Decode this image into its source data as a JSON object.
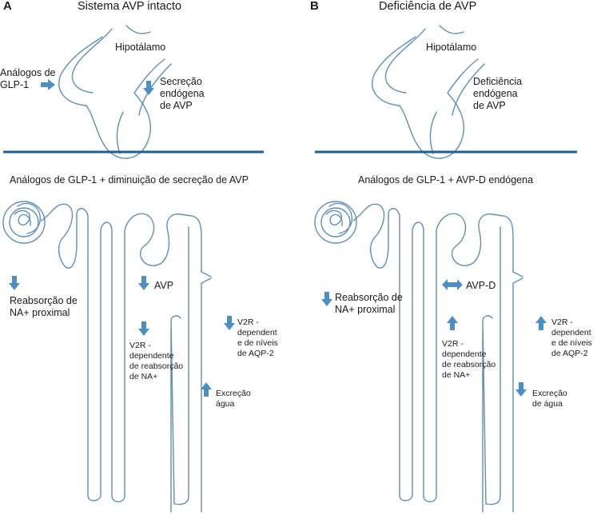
{
  "panel_a": {
    "letter": "A",
    "title": "Sistema AVP intacto",
    "hypothalamus": "Hipotálamo",
    "agonists": "Análogos de\nGLP-1",
    "secretion": "Secreção\nendógena\nde AVP",
    "subtitle": "Análogos de GLP-1 + diminuição de secreção de AVP",
    "na_reabsorption": "Reabsorção de\nNA+ proximal",
    "avp": "AVP",
    "v2r_na": "V2R -\ndependente\nde reabsorção\nde NA+",
    "v2r_aqp": "V2R -\ndependent\ne de níveis\nde AQP-2",
    "water": "Excreção\nágua"
  },
  "panel_b": {
    "letter": "B",
    "title": "Deficiência de AVP",
    "hypothalamus": "Hipotálamo",
    "deficiency": "Deficiência\nendógena\nde AVP",
    "subtitle": "Análogos de GLP-1 + AVP-D endógena",
    "na_reabsorption": "Reabsorção de\nNA+ proximal",
    "avp": "AVP-D",
    "v2r_na": "V2R -\ndependente\nde reabsorção\nde NA+",
    "v2r_aqp": "V2R -\ndependent\ne de níveis\nde AQP-2",
    "water": "Excreção\nde água"
  },
  "colors": {
    "outline": "#5f8fb6",
    "divider": "#1e5f93",
    "arrow": "#4d8fc3"
  }
}
